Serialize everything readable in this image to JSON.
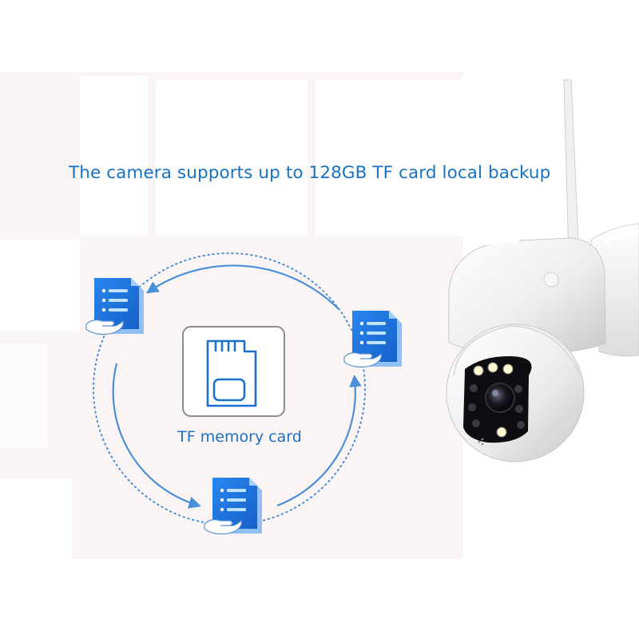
{
  "headline": "The camera supports up to 128GB TF card local backup",
  "card_caption": "TF memory card",
  "colors": {
    "accent_blue": "#1b6fd0",
    "arrow_blue": "#4a90d9",
    "text_blue": "#1673c3",
    "camera_white": "#f4f4f4"
  },
  "icons": {
    "card": "sd-card-icon",
    "document": "document-stack-icon",
    "hand": "hand-icon",
    "camera": "ptz-camera"
  }
}
